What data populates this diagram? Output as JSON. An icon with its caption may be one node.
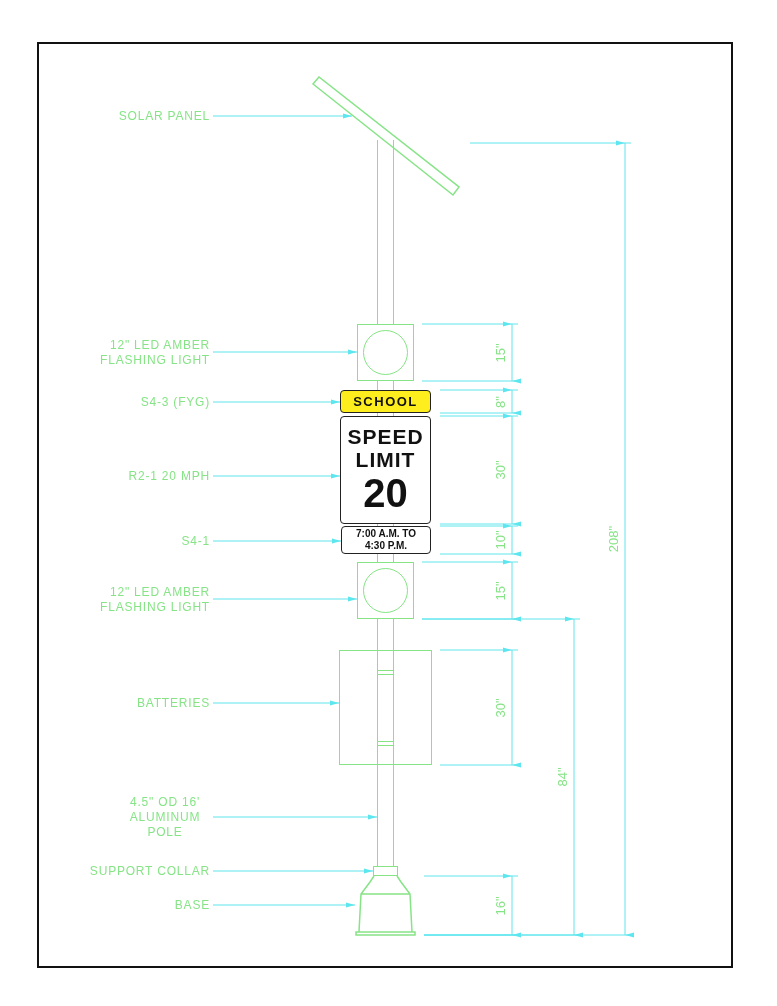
{
  "diagram": {
    "nodes": [
      {
        "text": [
          "SOLAR PANEL"
        ]
      },
      {
        "text": [
          "12\" LED AMBER FLASHING LIGHT"
        ]
      },
      {
        "text": [
          "S4-3 (FYG)"
        ]
      },
      {
        "text": [
          "R2-1 20 MPH"
        ]
      },
      {
        "text": [
          "S4-1"
        ]
      },
      {
        "text": [
          "12\" LED AMBER FLASHING LIGHT"
        ]
      },
      {
        "text": [
          "BATTERIES"
        ]
      },
      {
        "text": [
          "4.5\" OD 16' ALUMINUM POLE"
        ]
      },
      {
        "text": [
          "SUPPORT COLLAR"
        ]
      },
      {
        "text": [
          "BASE"
        ]
      },
      {
        "text": [],
        "shape": "bar"
      },
      {
        "text": [],
        "shape": "box"
      },
      {
        "text": [
          "SCHOOL"
        ]
      },
      {
        "text": [
          "SPEED LIMIT",
          "20"
        ]
      },
      {
        "text": [
          "7:00 A.M. TO 4:30 P.M."
        ]
      },
      {
        "text": [],
        "shape": "box"
      },
      {
        "text": [],
        "shape": "box"
      },
      {
        "text": [],
        "shape": "bar"
      },
      {
        "text": [],
        "shape": "bar"
      },
      {
        "text": [],
        "shape": "trapezoid"
      }
    ],
    "edges": [
      {
        "from": 0,
        "to": 10,
        "arrow": "to"
      },
      {
        "from": 1,
        "to": 11,
        "arrow": "to"
      },
      {
        "from": 2,
        "to": 12,
        "arrow": "to"
      },
      {
        "from": 3,
        "to": 13,
        "arrow": "to"
      },
      {
        "from": 4,
        "to": 14,
        "arrow": "to"
      },
      {
        "from": 5,
        "to": 15,
        "arrow": "to"
      },
      {
        "from": 6,
        "to": 16,
        "arrow": "to"
      },
      {
        "from": 7,
        "to": 17,
        "arrow": "to"
      },
      {
        "from": 8,
        "to": 18,
        "arrow": "to"
      },
      {
        "from": 9,
        "to": 19,
        "arrow": "to"
      }
    ],
    "labels": [
      "15\"",
      "8\"",
      "30\"",
      "10\"",
      "208\"",
      "15\"",
      "30\"",
      "84\"",
      "16\""
    ]
  }
}
